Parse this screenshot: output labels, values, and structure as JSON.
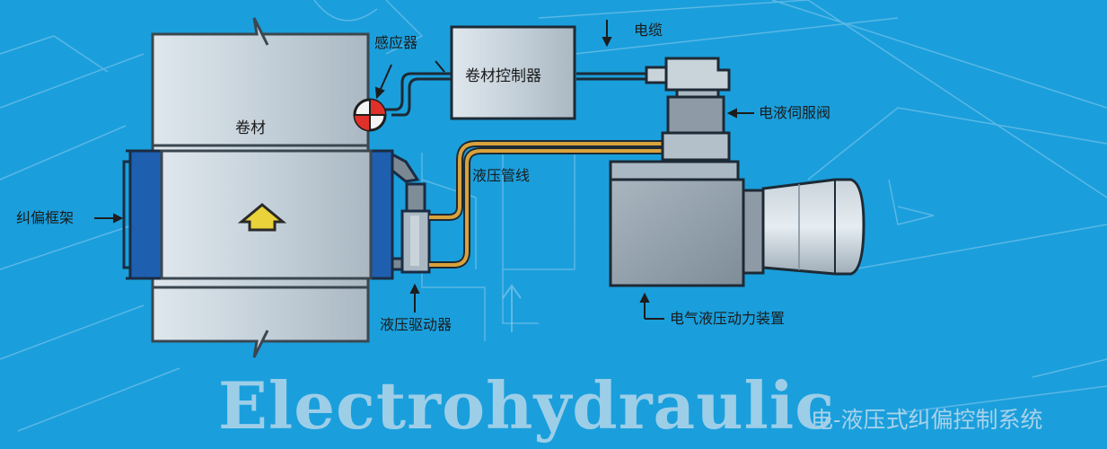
{
  "labels": {
    "roll_material": "卷材",
    "sensor": "感应器",
    "roll_controller": "卷材控制器",
    "cable": "电缆",
    "servo_valve": "电液伺服阀",
    "hydraulic_line": "液压管线",
    "guide_frame": "纠偏框架",
    "hydraulic_actuator": "液压驱动器",
    "power_unit": "电气液压动力装置"
  },
  "title_en": "Electrohydraulic",
  "title_cn": "电-液压式纠偏控制系统",
  "colors": {
    "background": "#1a9fdc",
    "blueprint_lines": "#8fcbed",
    "component_fill": "#c9d4dc",
    "component_dark": "#8e9ba6",
    "frame_blue": "#1e5fb0",
    "arrow_yellow": "#e9d23a",
    "hose_orange": "#d9a23c",
    "sensor_red": "#e0302a"
  },
  "icons": [
    "up-arrow-icon",
    "sensor-icon"
  ]
}
